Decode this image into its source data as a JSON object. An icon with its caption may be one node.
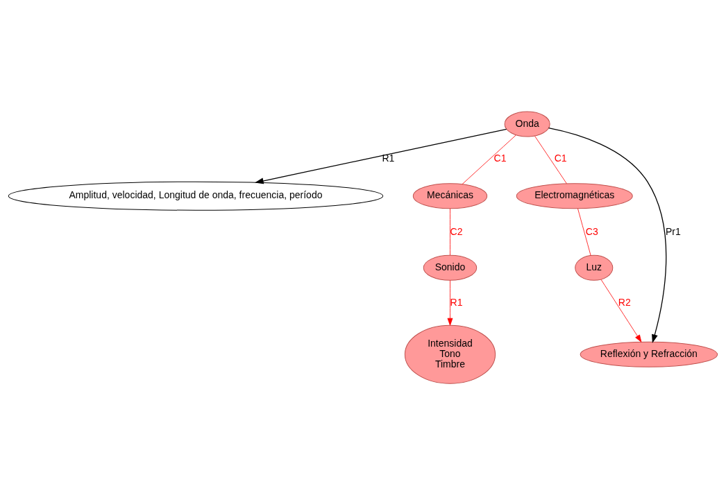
{
  "diagram": {
    "nodes": [
      {
        "text": [
          "Onda"
        ]
      },
      {
        "text": [
          "Amplitud, velocidad, Longitud de onda, frecuencia, período"
        ]
      },
      {
        "text": [
          "Mecánicas"
        ]
      },
      {
        "text": [
          "Electromagnéticas"
        ]
      },
      {
        "text": [
          "Sonido"
        ]
      },
      {
        "text": [
          "Reflexión y Refracción"
        ]
      },
      {
        "text": [
          "Luz"
        ]
      },
      {
        "text": [
          "Intensidad",
          "Tono",
          "Timbre"
        ]
      }
    ],
    "edges": [
      {
        "from": 0,
        "to": 1,
        "arrow": "to",
        "label": "R1",
        "color": "#000000"
      },
      {
        "from": 0,
        "to": 2,
        "arrow": "none",
        "label": "C1"
      },
      {
        "from": 0,
        "to": 3,
        "arrow": "none",
        "label": "C1"
      },
      {
        "from": 0,
        "to": 5,
        "arrow": "to",
        "label": "Pr1",
        "color": "#000000"
      },
      {
        "from": 2,
        "to": 4,
        "arrow": "none",
        "label": "C2"
      },
      {
        "from": 3,
        "to": 6,
        "arrow": "none",
        "label": "C3"
      },
      {
        "from": 4,
        "to": 7,
        "arrow": "to",
        "label": "R1"
      },
      {
        "from": 6,
        "to": 5,
        "arrow": "to",
        "label": "R2"
      }
    ]
  }
}
